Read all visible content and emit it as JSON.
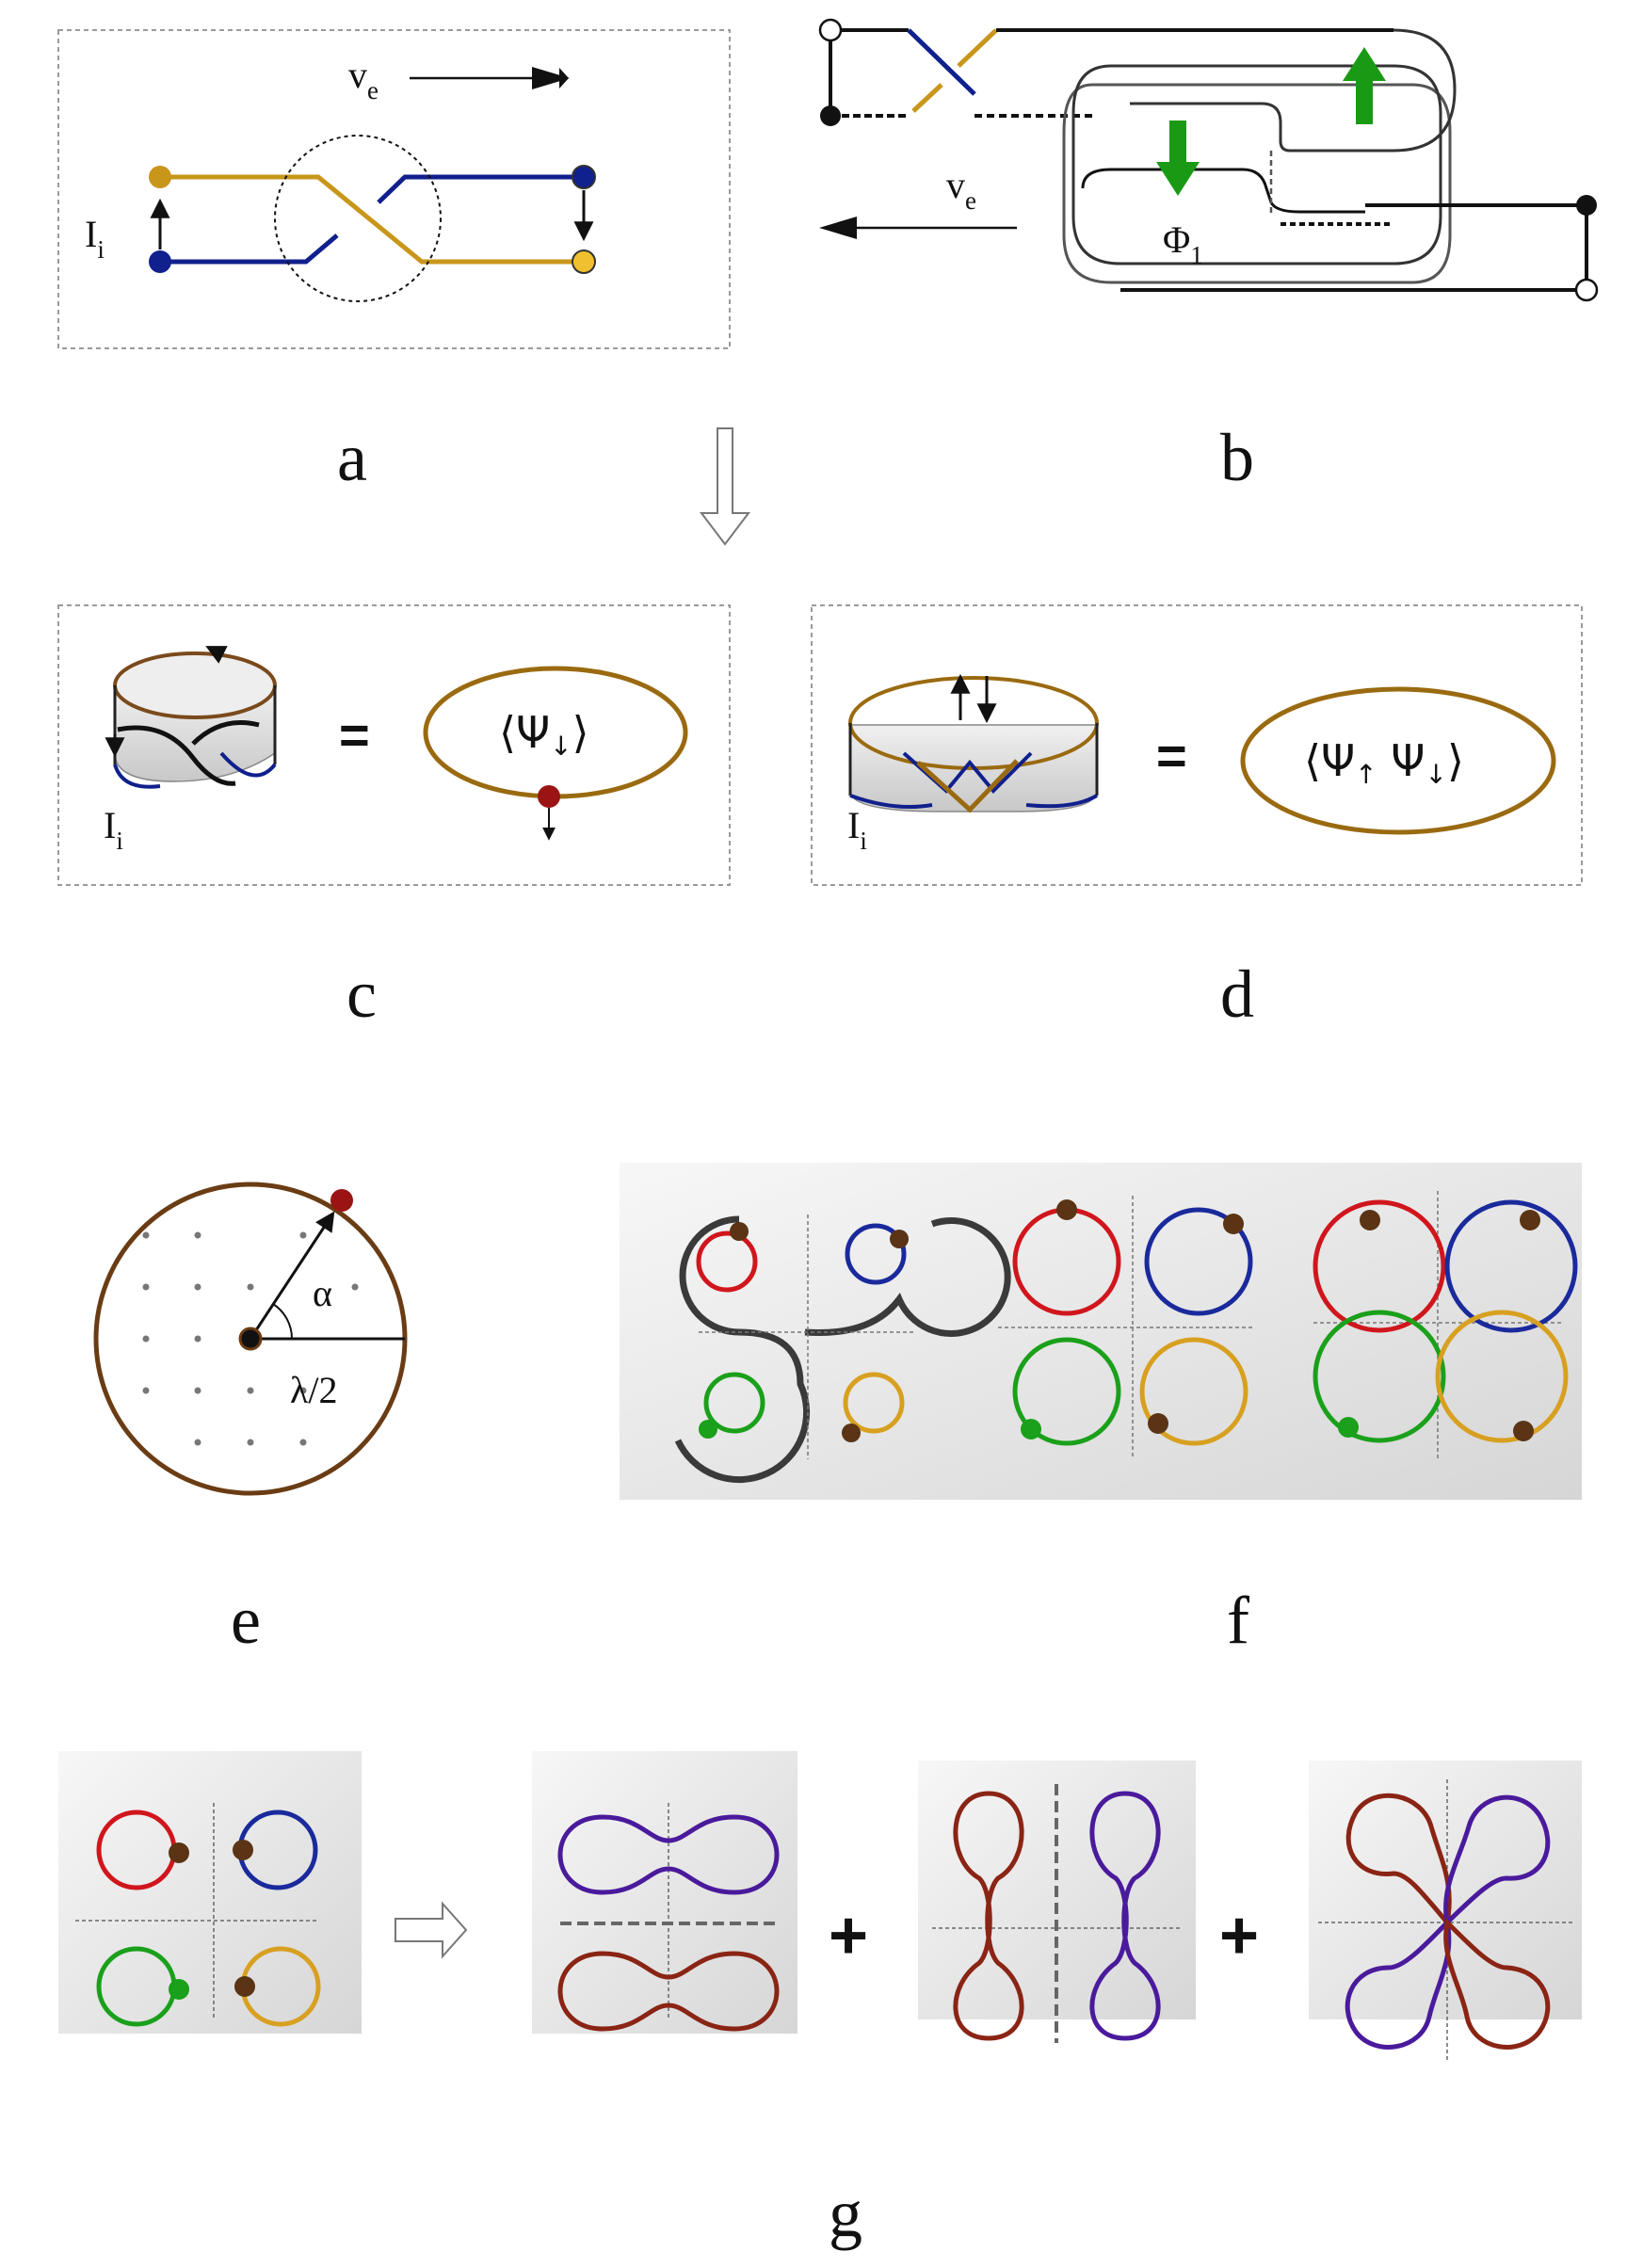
{
  "panels": {
    "a": {
      "letter": "a",
      "velocity_label": "v",
      "velocity_sub": "e",
      "current_label": "I",
      "current_sub": "i"
    },
    "b": {
      "letter": "b",
      "velocity_label": "v",
      "velocity_sub": "e",
      "flux_label": "Φ",
      "flux_sub": "1"
    },
    "c": {
      "letter": "c",
      "equals": "=",
      "current_label": "I",
      "current_sub": "i",
      "braket_open": "⟨Ψ",
      "braket_sub": "↓",
      "braket_close": "⟩"
    },
    "d": {
      "letter": "d",
      "equals": "=",
      "current_label": "I",
      "current_sub": "i",
      "braket_open": "⟨Ψ",
      "braket_sub1": "↑",
      "braket_mid": " Ψ",
      "braket_sub2": "↓",
      "braket_close": "⟩"
    },
    "e": {
      "letter": "e",
      "angle_label": "α",
      "radius_label": "λ/2"
    },
    "f": {
      "letter": "f"
    },
    "g": {
      "letter": "g",
      "plus": "+"
    }
  },
  "colors": {
    "gold": "#c8961a",
    "navy": "#10208c",
    "brown": "#7a4a1c",
    "dark_gold": "#9a6a10",
    "red": "#d0161c",
    "blue": "#1a2a9c",
    "green": "#1aa01a",
    "orange": "#d8a020",
    "dot_brown": "#5a3414",
    "purple": "#4a1a9c",
    "maroon": "#8a2414",
    "arrow_green": "#1a9a14",
    "dark_red_dot": "#9a1414",
    "gray_line": "#444444"
  },
  "icons": [
    "hollow-down-arrow-icon",
    "hollow-right-arrow-icon",
    "green-up-arrow-icon",
    "green-down-arrow-icon"
  ]
}
